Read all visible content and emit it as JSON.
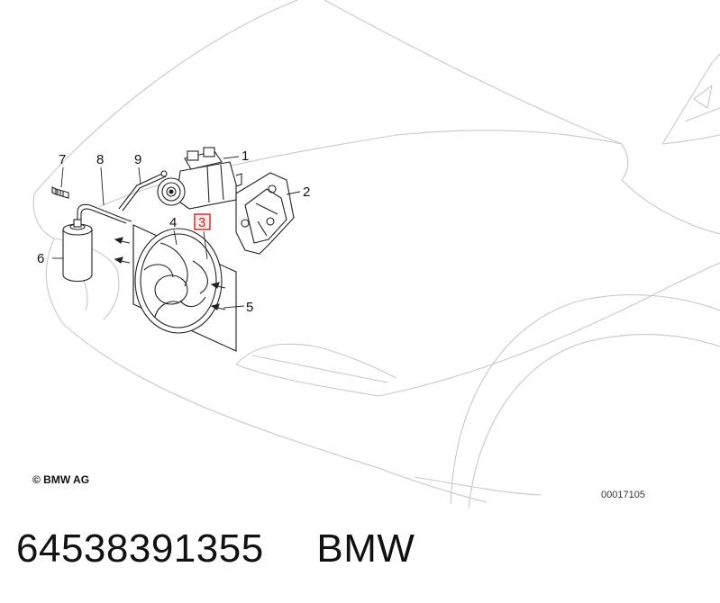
{
  "diagram": {
    "callouts": {
      "c1": "1",
      "c2": "2",
      "c3": "3",
      "c4": "4",
      "c5": "5",
      "c6": "6",
      "c7": "7",
      "c8": "8",
      "c9": "9"
    },
    "highlighted_callout": "3",
    "highlight_color": "#c62828",
    "copyright": "© BMW AG",
    "drawing_number": "00017105"
  },
  "caption": {
    "part_number": "64538391355",
    "brand": "BMW"
  }
}
